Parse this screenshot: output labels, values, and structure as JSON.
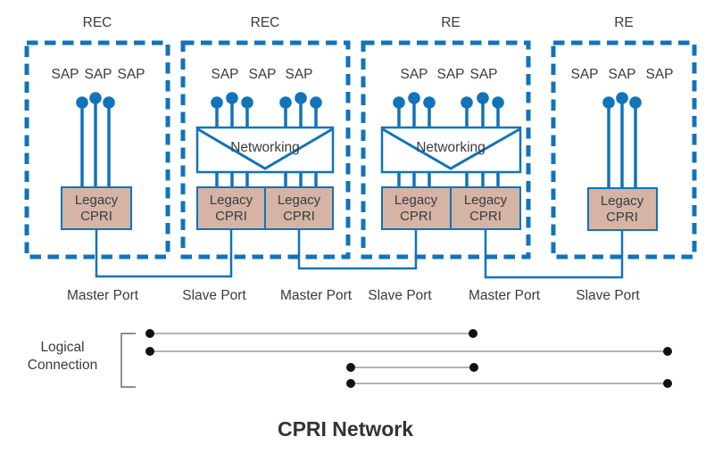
{
  "title": "CPRI Network",
  "colors": {
    "accent_blue": "#1173B9",
    "legacy_box_fill": "#D5B4A6",
    "text_dark": "#3B3B3B",
    "logical_line_gray": "#9B9B9B",
    "endpoint_dot_black": "#111111"
  },
  "nodes": [
    {
      "label": "REC",
      "saps": [
        "SAP",
        "SAP",
        "SAP"
      ],
      "legacy": [
        {
          "line1": "Legacy",
          "line2": "CPRI"
        }
      ]
    },
    {
      "label": "REC",
      "saps": [
        "SAP",
        "SAP",
        "SAP"
      ],
      "networking": "Networking",
      "legacy": [
        {
          "line1": "Legacy",
          "line2": "CPRI"
        },
        {
          "line1": "Legacy",
          "line2": "CPRI"
        }
      ]
    },
    {
      "label": "RE",
      "saps": [
        "SAP",
        "SAP",
        "SAP"
      ],
      "networking": "Networking",
      "legacy": [
        {
          "line1": "Legacy",
          "line2": "CPRI"
        },
        {
          "line1": "Legacy",
          "line2": "CPRI"
        }
      ]
    },
    {
      "label": "RE",
      "saps": [
        "SAP",
        "SAP",
        "SAP"
      ],
      "legacy": [
        {
          "line1": "Legacy",
          "line2": "CPRI"
        }
      ]
    }
  ],
  "ports": [
    "Master Port",
    "Slave Port",
    "Master Port",
    "Slave Port",
    "Master Port",
    "Slave Port"
  ],
  "logical": {
    "line1": "Logical",
    "line2": "Connection"
  }
}
